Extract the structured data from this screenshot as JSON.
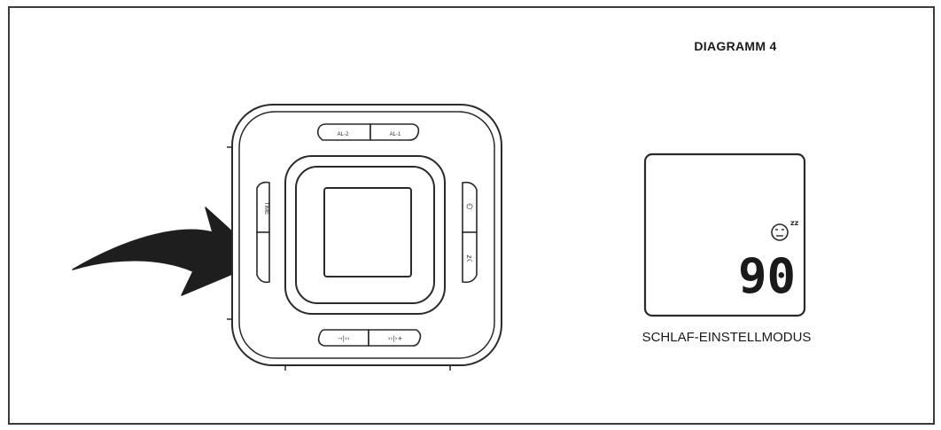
{
  "diagram": {
    "title": "DIAGRAMM 4",
    "caption": "SCHLAF-EINSTELLMODUS",
    "display_value": "90",
    "sleep_icon_letters": "zz",
    "buttons": {
      "al2": "AL-2",
      "al1": "AL-1",
      "time": "TIME",
      "power": "⏻",
      "sleep": "z☾",
      "vol_down": "-‹|‹‹",
      "vol_up": "››|›+"
    }
  }
}
